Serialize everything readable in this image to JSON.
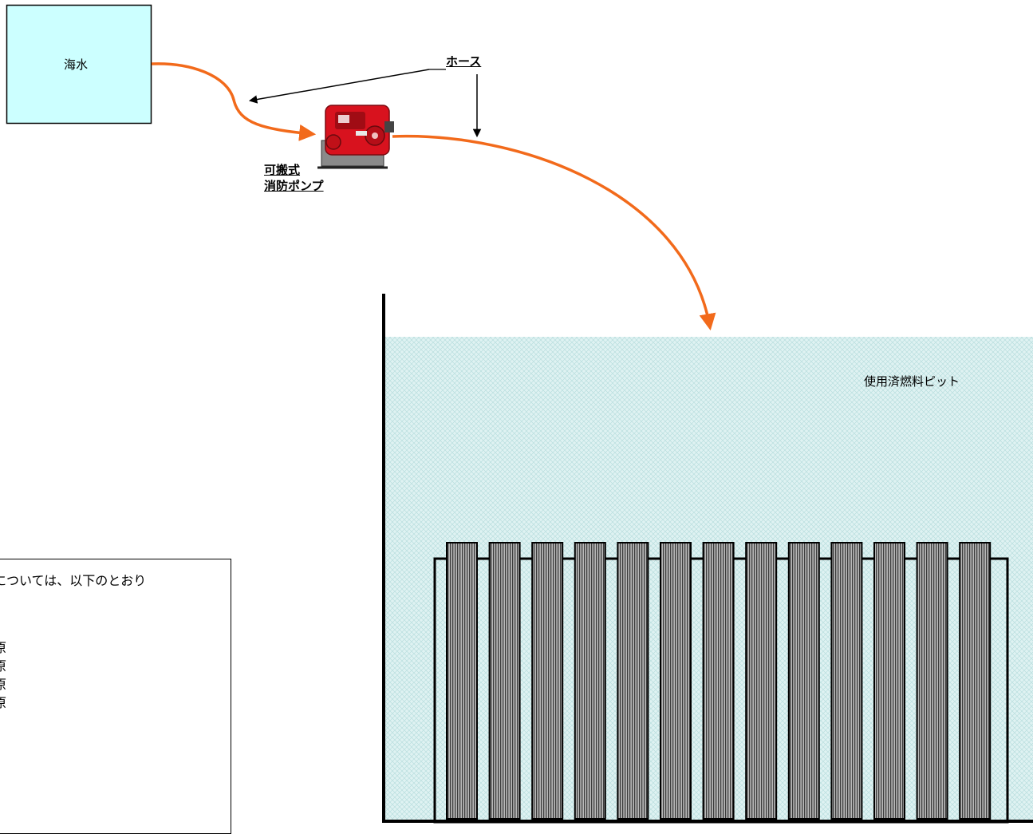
{
  "sea": {
    "label": "海水",
    "color": "#ccffff"
  },
  "hose": {
    "label": "ホース",
    "color": "#f26a1b"
  },
  "pump": {
    "label": "可搬式\n消防ポンプ",
    "icon": "fire-pump-icon",
    "color": "#d8121e"
  },
  "pit": {
    "label": "使用済燃料ピット",
    "water_color": "#d9f0f0",
    "fuel_assembly_count": 13
  },
  "note": {
    "text": "については、以下のとおり",
    "items": [
      "原",
      "原",
      "原",
      "原"
    ]
  }
}
